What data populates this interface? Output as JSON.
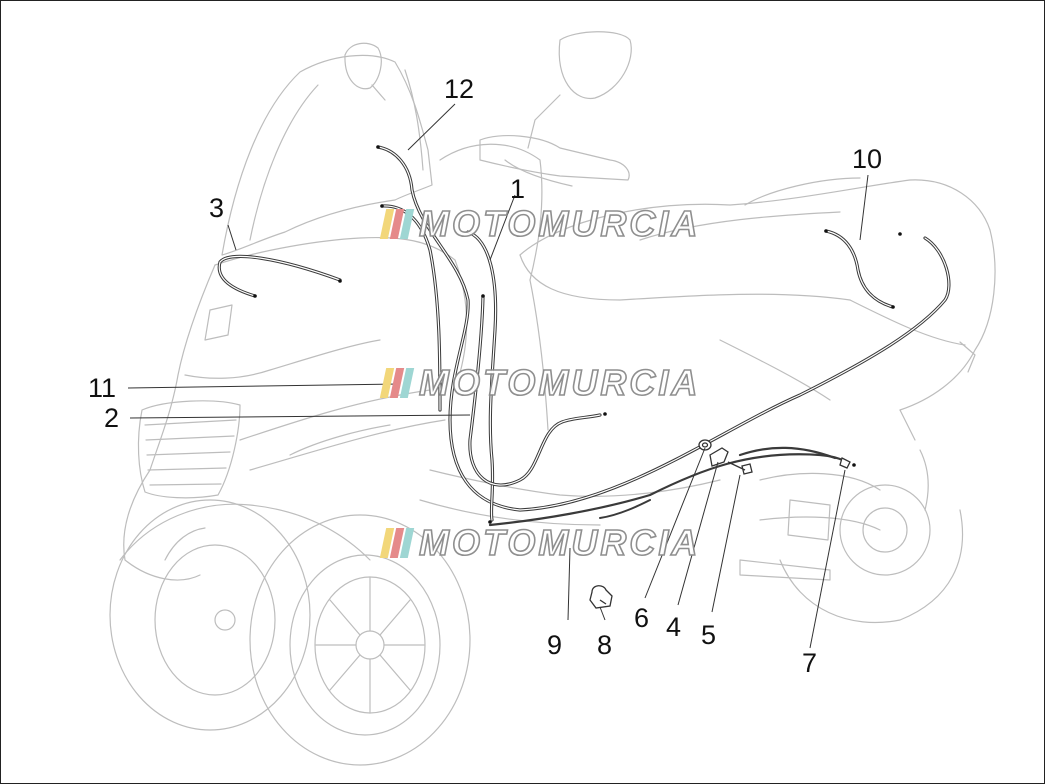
{
  "diagram": {
    "callouts": [
      {
        "id": "1",
        "label": "1"
      },
      {
        "id": "2",
        "label": "2"
      },
      {
        "id": "3",
        "label": "3"
      },
      {
        "id": "4",
        "label": "4"
      },
      {
        "id": "5",
        "label": "5"
      },
      {
        "id": "6",
        "label": "6"
      },
      {
        "id": "7",
        "label": "7"
      },
      {
        "id": "8",
        "label": "8"
      },
      {
        "id": "9",
        "label": "9"
      },
      {
        "id": "10",
        "label": "10"
      },
      {
        "id": "11",
        "label": "11"
      },
      {
        "id": "12",
        "label": "12"
      }
    ],
    "watermark": {
      "text": "MOTOMURCIA",
      "stripe_colors": [
        "#f2d77a",
        "#e58a8a",
        "#9ed6d3"
      ]
    },
    "colors": {
      "outline": "#b9b9b9",
      "cable": "#3a3a3a"
    }
  }
}
